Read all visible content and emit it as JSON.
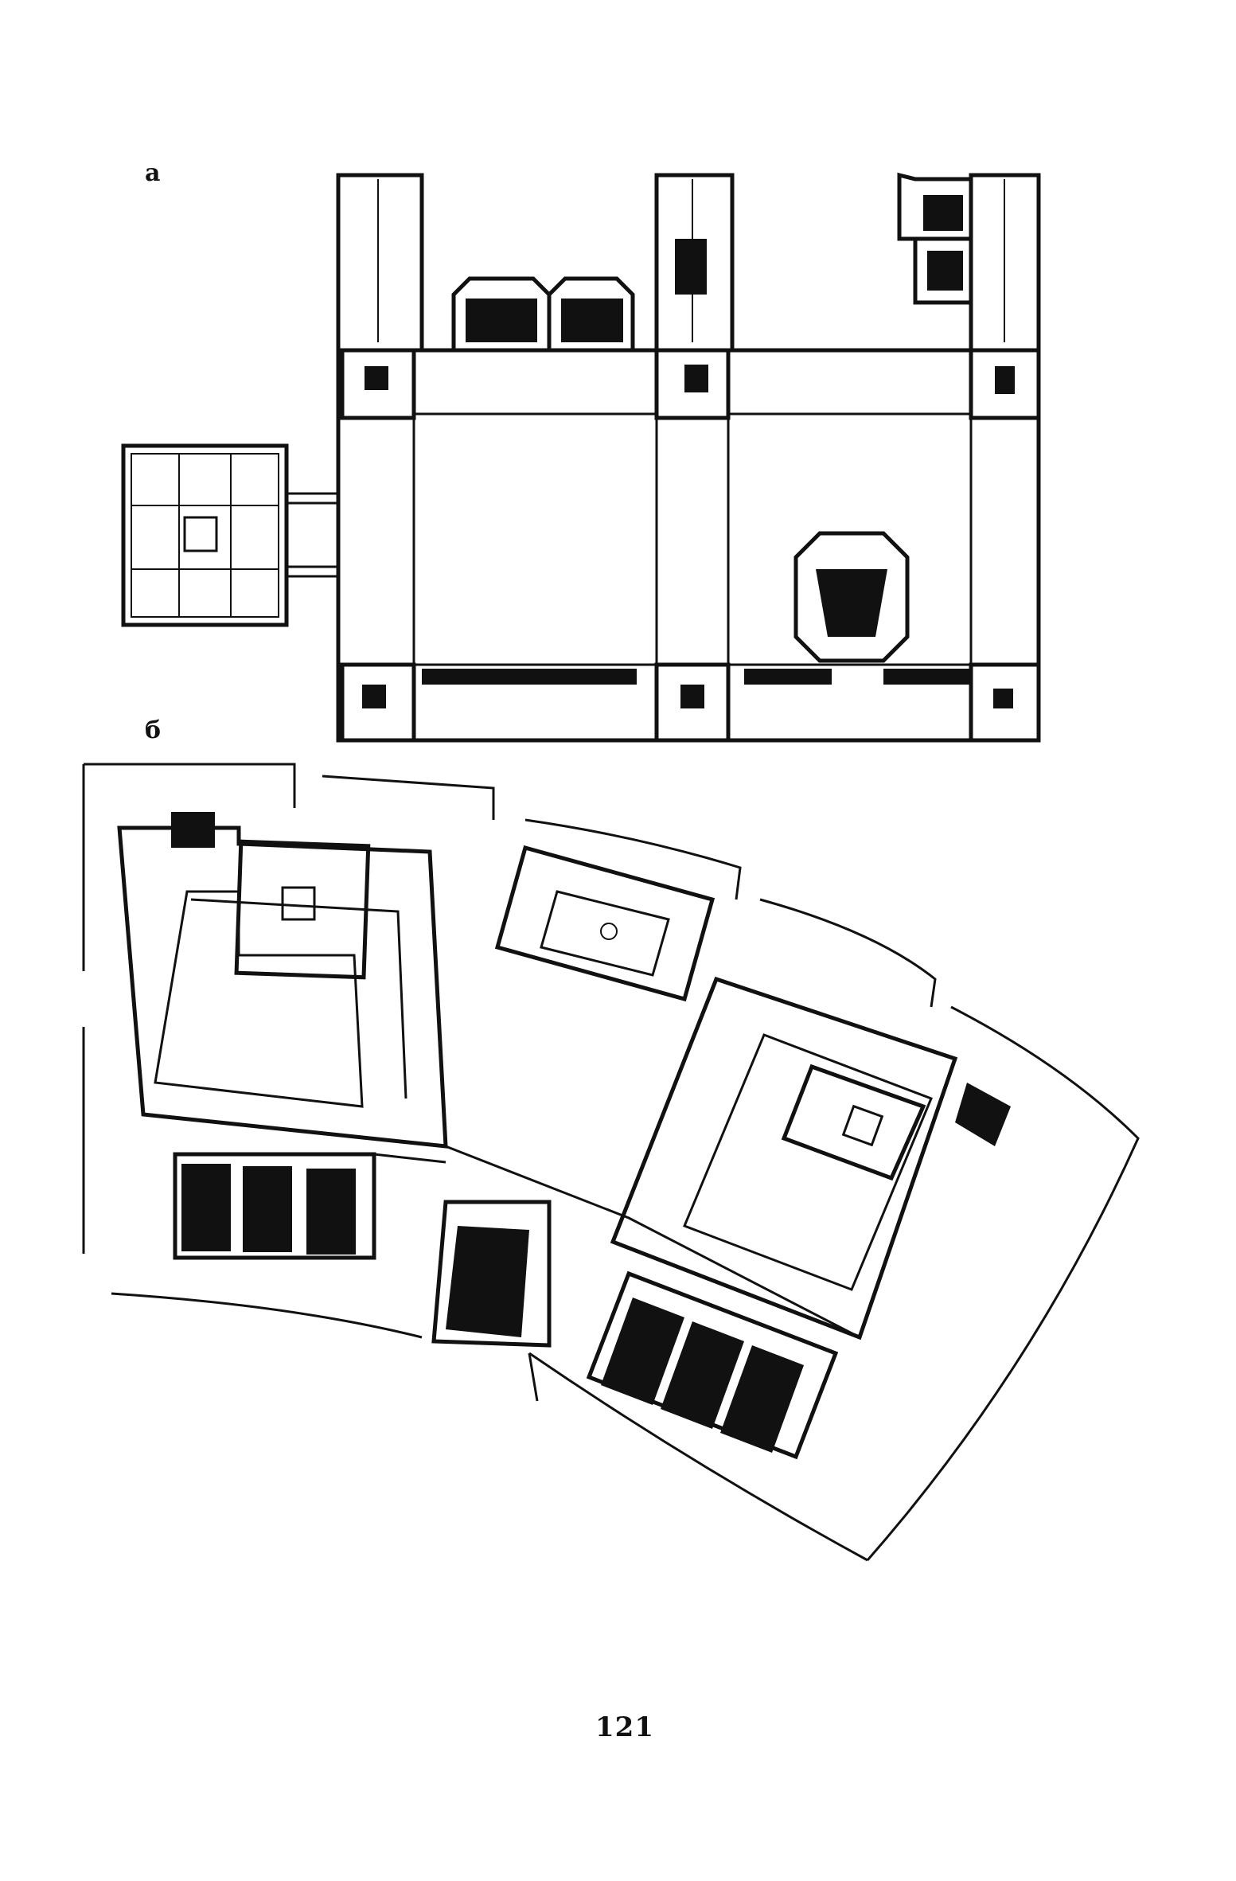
{
  "figure": {
    "label_a": "а",
    "label_b": "б"
  },
  "page": {
    "number": "121"
  },
  "colors": {
    "ink": "#111111",
    "paper": "#ffffff"
  }
}
